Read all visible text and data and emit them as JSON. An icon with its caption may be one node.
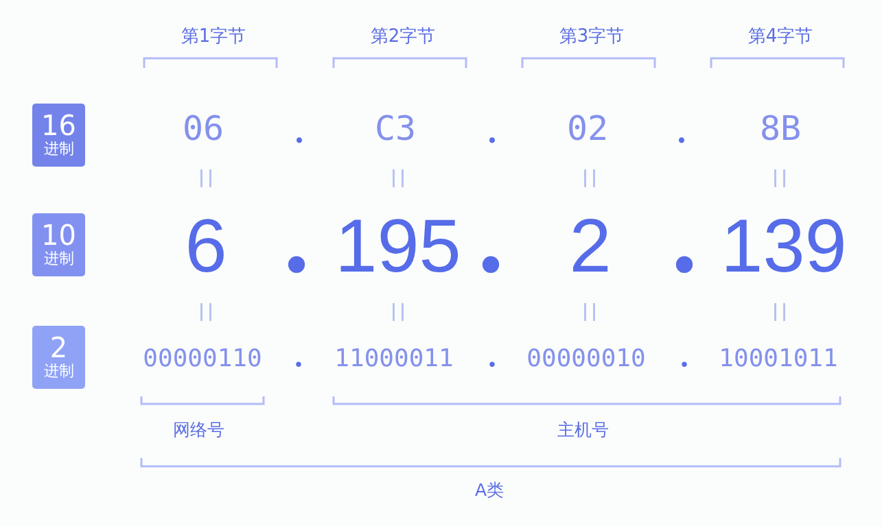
{
  "diagram": {
    "nodes": [
      {
        "text": [
          "16",
          "进制"
        ]
      },
      {
        "text": [
          "10",
          "进制"
        ]
      },
      {
        "text": [
          "2",
          "进制"
        ]
      }
    ],
    "labels": [
      "第1字节",
      "第2字节",
      "第3字节",
      "第4字节",
      "06",
      ".",
      "C3",
      ".",
      "02",
      ".",
      "8B",
      "6",
      ".",
      "195",
      ".",
      "2",
      ".",
      "139",
      "00000110",
      ".",
      "11000011",
      ".",
      "00000010",
      ".",
      "10001011",
      "网络号",
      "主机号",
      "A类"
    ]
  }
}
